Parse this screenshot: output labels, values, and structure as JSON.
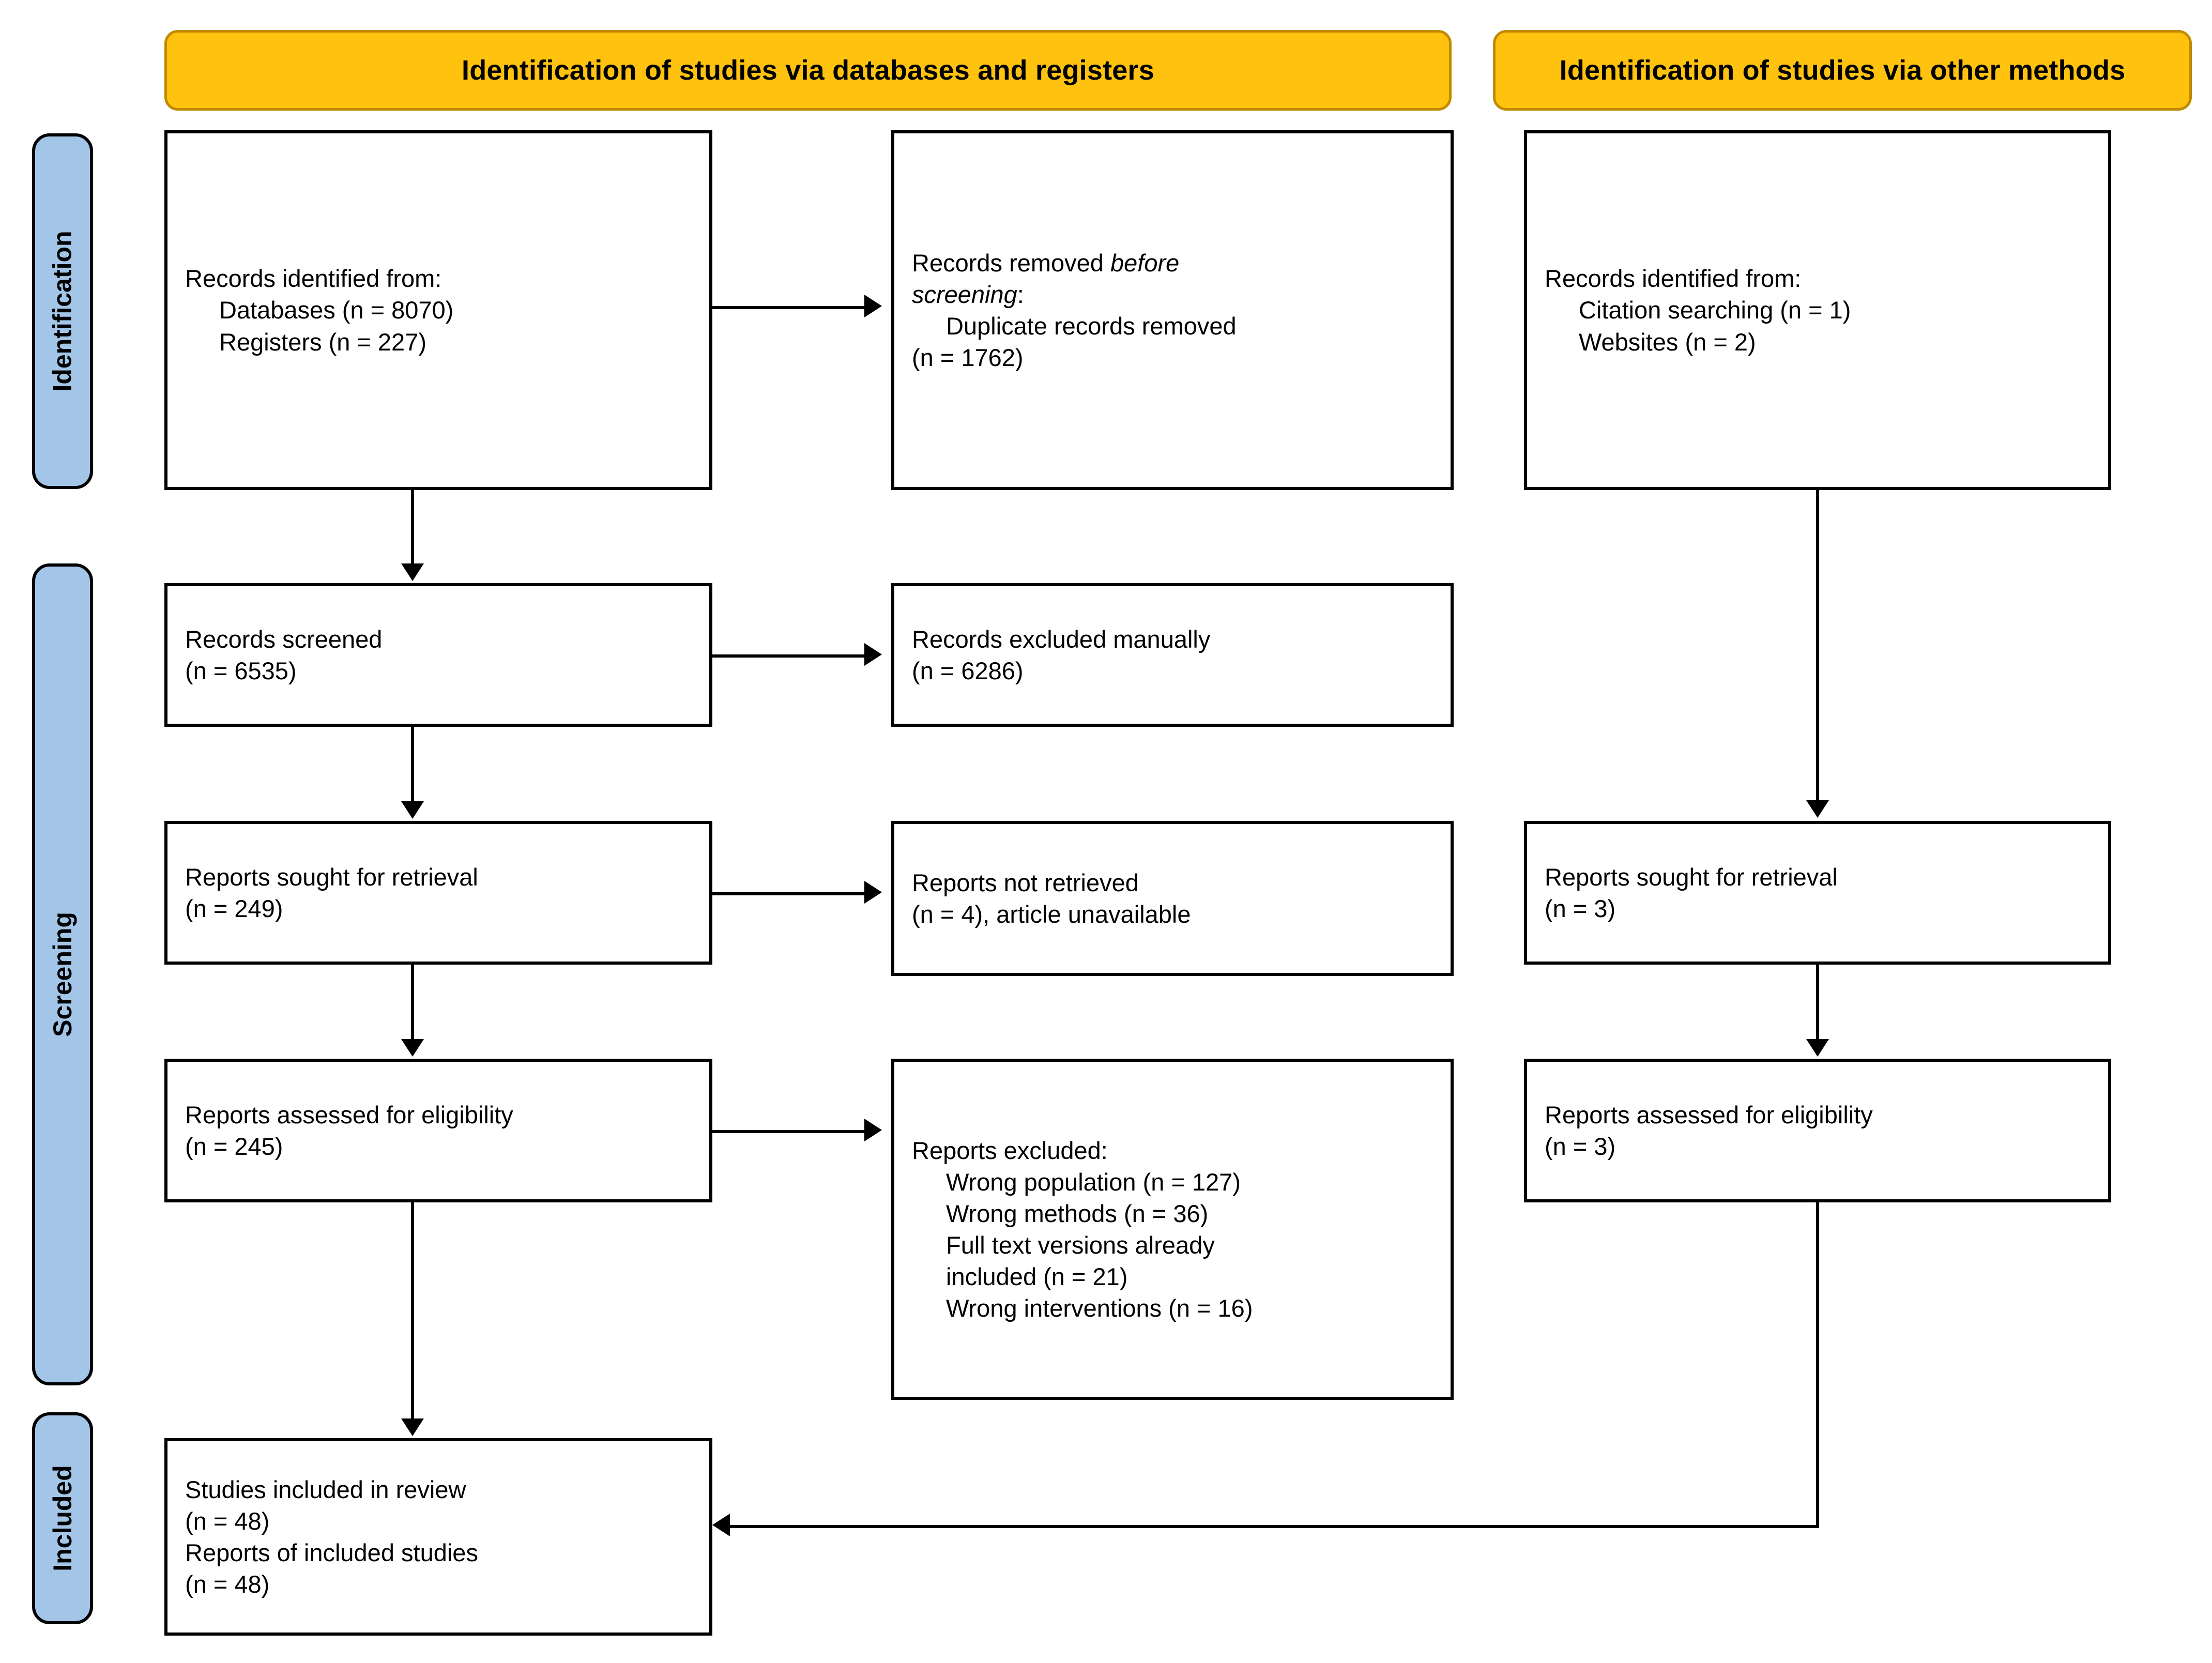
{
  "diagram": {
    "type": "prisma-flow-diagram",
    "title": "PRISMA 2020 flow diagram"
  },
  "colors": {
    "header_fill": "#FFC20E",
    "header_border": "#C08A00",
    "rail_fill": "#A3C5E8",
    "box_border": "#000000",
    "box_fill": "#FFFFFF",
    "connector": "#000000"
  },
  "headers": {
    "databases": "Identification of studies via databases and registers",
    "other": "Identification of studies via other methods"
  },
  "rails": {
    "identification": "Identification",
    "screening": "Screening",
    "included": "Included"
  },
  "boxes": {
    "records_identified": {
      "line1": "Records identified from:",
      "line2": "Databases (n = 8070)",
      "line3": "Registers (n = 227)"
    },
    "records_removed": {
      "line1a": "Records removed ",
      "line1b": "before",
      "line2a": "screening",
      "line2b": ":",
      "line3": "Duplicate records removed",
      "line4": "(n = 1762)"
    },
    "records_screened": {
      "line1": "Records screened",
      "line2": "(n = 6535)"
    },
    "records_excluded": {
      "line1": "Records excluded manually",
      "line2": "(n = 6286)"
    },
    "reports_sought": {
      "line1": "Reports sought for retrieval",
      "line2": "(n = 249)"
    },
    "reports_not_retrieved": {
      "line1": "Reports not retrieved",
      "line2": "(n = 4), article unavailable"
    },
    "reports_assessed": {
      "line1": "Reports assessed for eligibility",
      "line2": "(n = 245)"
    },
    "reports_excluded": {
      "line1": "Reports excluded:",
      "line2": "Wrong population (n = 127)",
      "line3": "Wrong methods (n = 36)",
      "line4": "Full text versions already",
      "line5": "included (n = 21)",
      "line6": "Wrong interventions (n = 16)"
    },
    "studies_included": {
      "line1": "Studies included in review",
      "line2": "(n = 48)",
      "line3": "Reports of included studies",
      "line4": "(n = 48)"
    },
    "other_identified": {
      "line1": "Records identified from:",
      "line2": "Citation searching (n = 1)",
      "line3": "Websites (n = 2)"
    },
    "other_sought": {
      "line1": "Reports sought for retrieval",
      "line2": "(n = 3)"
    },
    "other_assessed": {
      "line1": "Reports assessed for eligibility",
      "line2": "(n = 3)"
    }
  },
  "counts": {
    "databases": 8070,
    "registers": 227,
    "duplicates_removed": 1762,
    "records_screened": 6535,
    "records_excluded_manually": 6286,
    "reports_sought_for_retrieval": 249,
    "reports_not_retrieved": 4,
    "reports_assessed_for_eligibility": 245,
    "excluded_wrong_population": 127,
    "excluded_wrong_methods": 36,
    "excluded_full_text_already_included": 21,
    "excluded_wrong_interventions": 16,
    "studies_included_in_review": 48,
    "reports_of_included_studies": 48,
    "other_citation_searching": 1,
    "other_websites": 2,
    "other_reports_sought": 3,
    "other_reports_assessed": 3
  }
}
